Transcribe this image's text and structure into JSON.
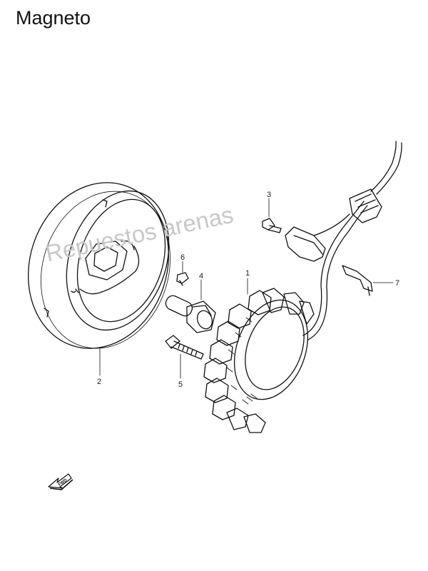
{
  "title": "Magneto",
  "watermark": "Repuestos arenas",
  "fwd_label": "FWD",
  "callouts": [
    {
      "id": "1",
      "label": "1"
    },
    {
      "id": "2",
      "label": "2"
    },
    {
      "id": "3",
      "label": "3"
    },
    {
      "id": "4",
      "label": "4"
    },
    {
      "id": "5",
      "label": "5"
    },
    {
      "id": "6",
      "label": "6"
    },
    {
      "id": "7",
      "label": "7"
    }
  ]
}
